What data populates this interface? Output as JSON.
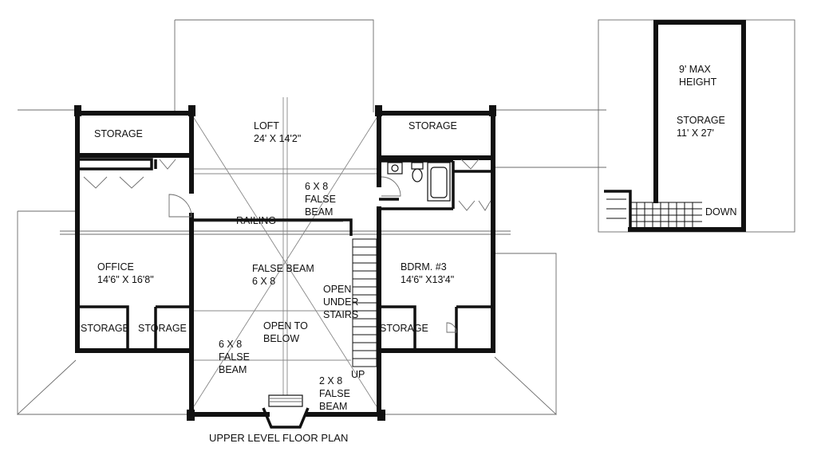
{
  "plan": {
    "caption": "UPPER LEVEL FLOOR PLAN",
    "rooms": {
      "storage_top_left": "STORAGE",
      "loft_name": "LOFT",
      "loft_size": "24' X 14'2\"",
      "storage_top_right": "STORAGE",
      "office_name": "OFFICE",
      "office_size": "14'6\" X 16'8\"",
      "bedroom_name": "BDRM. #3",
      "bedroom_size": "14'6\" X13'4\"",
      "storage_office_left": "STORAGE",
      "storage_office_right": "STORAGE",
      "storage_bedroom": "STORAGE"
    },
    "annotations": {
      "beam_6x8_top": [
        "6 X 8",
        "FALSE",
        "BEAM"
      ],
      "railing": "RAILING",
      "false_beam_mid": [
        "FALSE BEAM",
        "6 X 8"
      ],
      "open_under_stairs": [
        "OPEN",
        "UNDER",
        "STAIRS"
      ],
      "open_to_below": [
        "OPEN TO",
        "BELOW"
      ],
      "beam_6x8_bottom": [
        "6 X 8",
        "FALSE",
        "BEAM"
      ],
      "beam_2x8": [
        "2 X 8",
        "FALSE",
        "BEAM"
      ],
      "up": "UP"
    },
    "garage": {
      "max_height": [
        "9' MAX",
        "HEIGHT"
      ],
      "storage_name": "STORAGE",
      "storage_size": "11' X 27'",
      "down": "DOWN"
    }
  }
}
